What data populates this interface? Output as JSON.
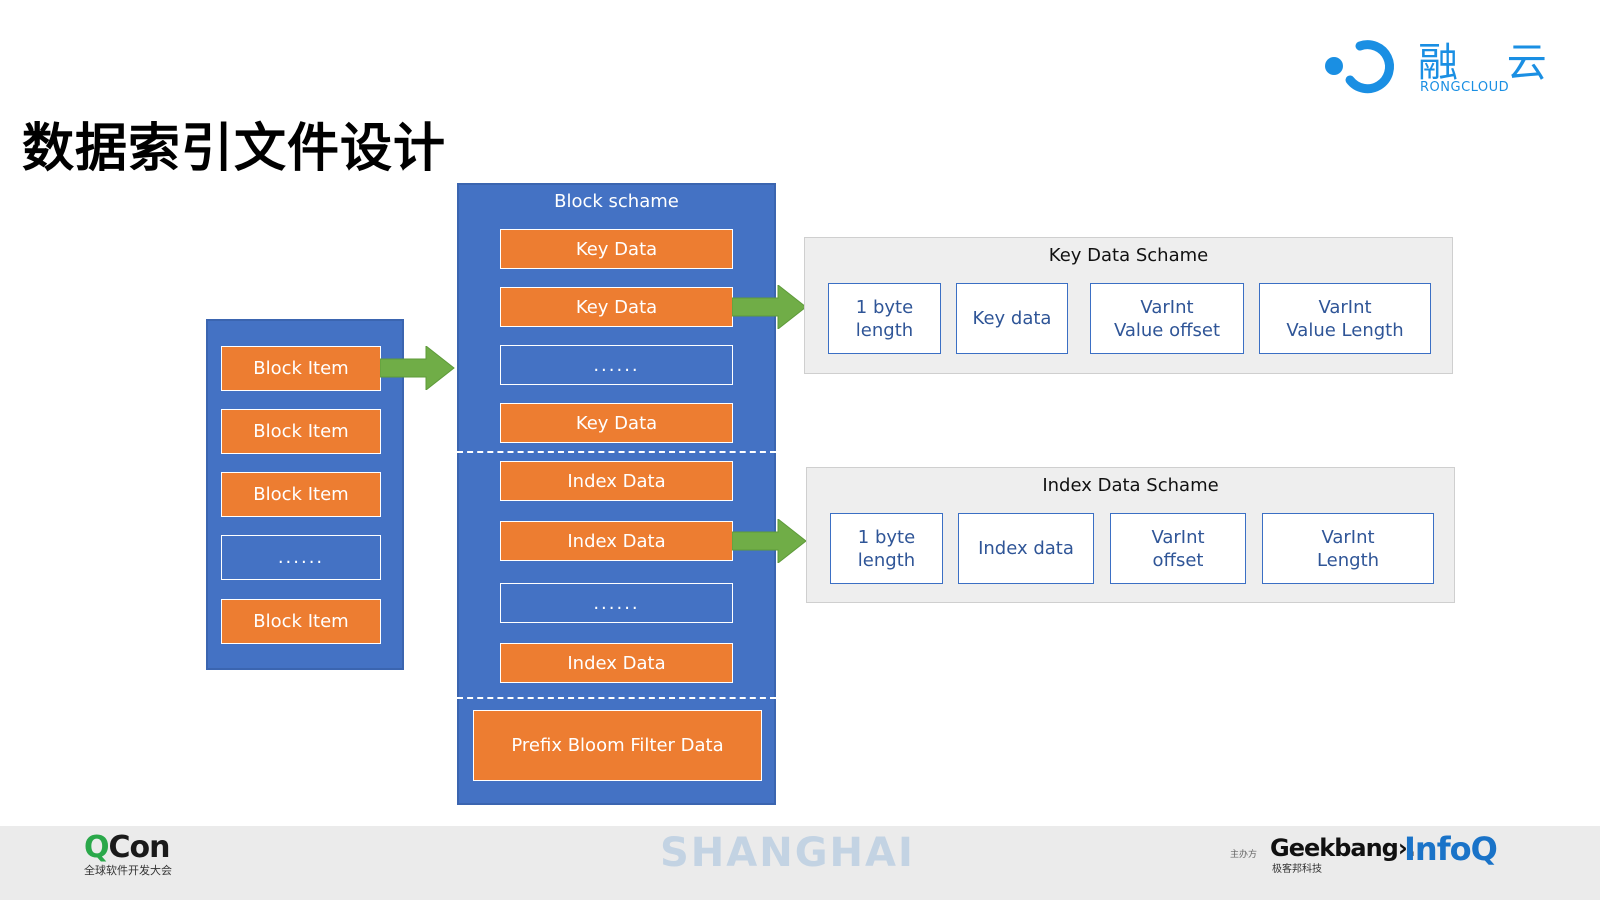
{
  "slide": {
    "title": "数据索引文件设计"
  },
  "logo": {
    "name_cn": "融 云",
    "name_en": "RONGCLOUD",
    "color": "#1a8fe3"
  },
  "left_panel": {
    "items": [
      "Block Item",
      "Block Item",
      "Block Item",
      "......",
      "Block Item"
    ]
  },
  "block_panel": {
    "title": "Block schame",
    "key_items": [
      "Key Data",
      "Key Data",
      "......",
      "Key Data"
    ],
    "index_items": [
      "Index Data",
      "Index Data",
      "......",
      "Index Data"
    ],
    "bloom_label": "Prefix Bloom Filter Data"
  },
  "key_schema": {
    "title": "Key Data Schame",
    "fields": [
      "1 byte\nlength",
      "Key data",
      "VarInt\nValue offset",
      "VarInt\nValue Length"
    ]
  },
  "index_schema": {
    "title": "Index Data Schame",
    "fields": [
      "1 byte\nlength",
      "Index data",
      "VarInt\noffset",
      "VarInt\nLength"
    ]
  },
  "footer": {
    "qcon_q": "Q",
    "qcon_rest": "Con",
    "qcon_sub": "全球软件开发大会",
    "city": "SHANGHAI",
    "host_label": "主办方",
    "geekbang": "Geekbang›.",
    "geekbang_sub": "极客邦科技",
    "infoq": "InfoQ"
  },
  "colors": {
    "panel_blue": "#4472c4",
    "item_orange": "#ed7d31",
    "arrow_green": "#70ad47",
    "schema_bg": "#eeeeee"
  }
}
